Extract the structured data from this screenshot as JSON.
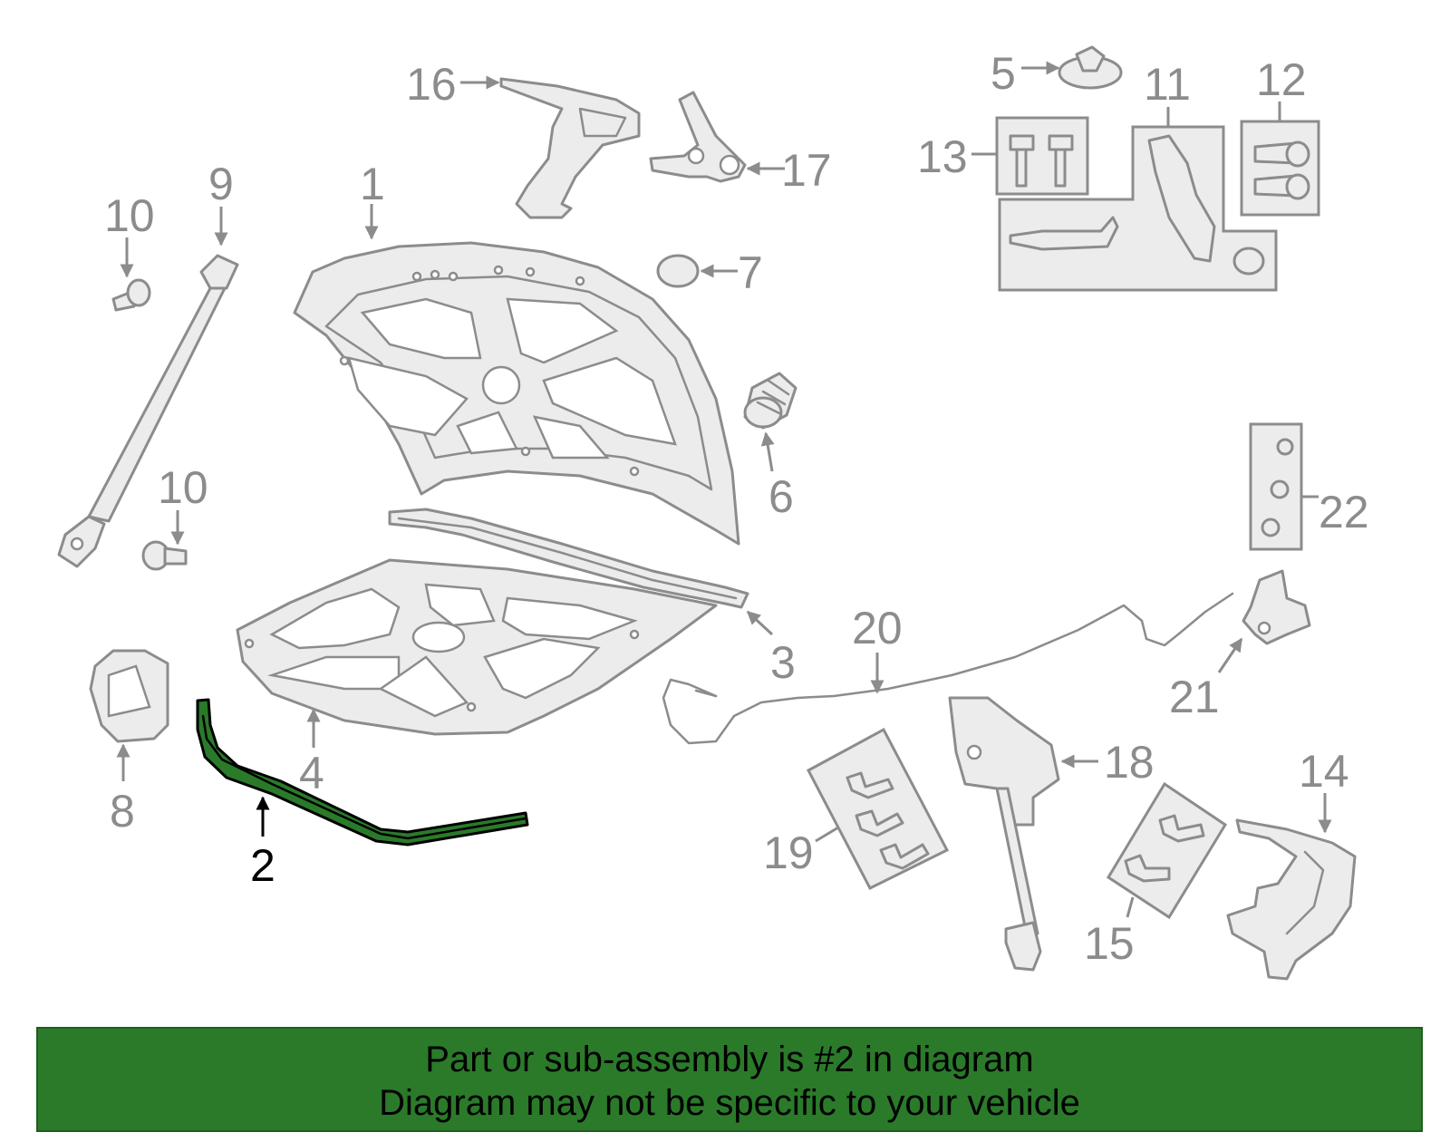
{
  "diagram": {
    "highlight_color": "#2a7a2a",
    "line_color": "#8c8c8c",
    "highlighted_part": "2",
    "callouts": [
      "1",
      "2",
      "3",
      "4",
      "5",
      "6",
      "7",
      "8",
      "9",
      "10",
      "10",
      "11",
      "12",
      "13",
      "14",
      "15",
      "16",
      "17",
      "18",
      "19",
      "20",
      "21",
      "22"
    ]
  },
  "banner": {
    "line1": "Part or sub-assembly is #2 in diagram",
    "line2": "Diagram may not be specific to your vehicle"
  }
}
